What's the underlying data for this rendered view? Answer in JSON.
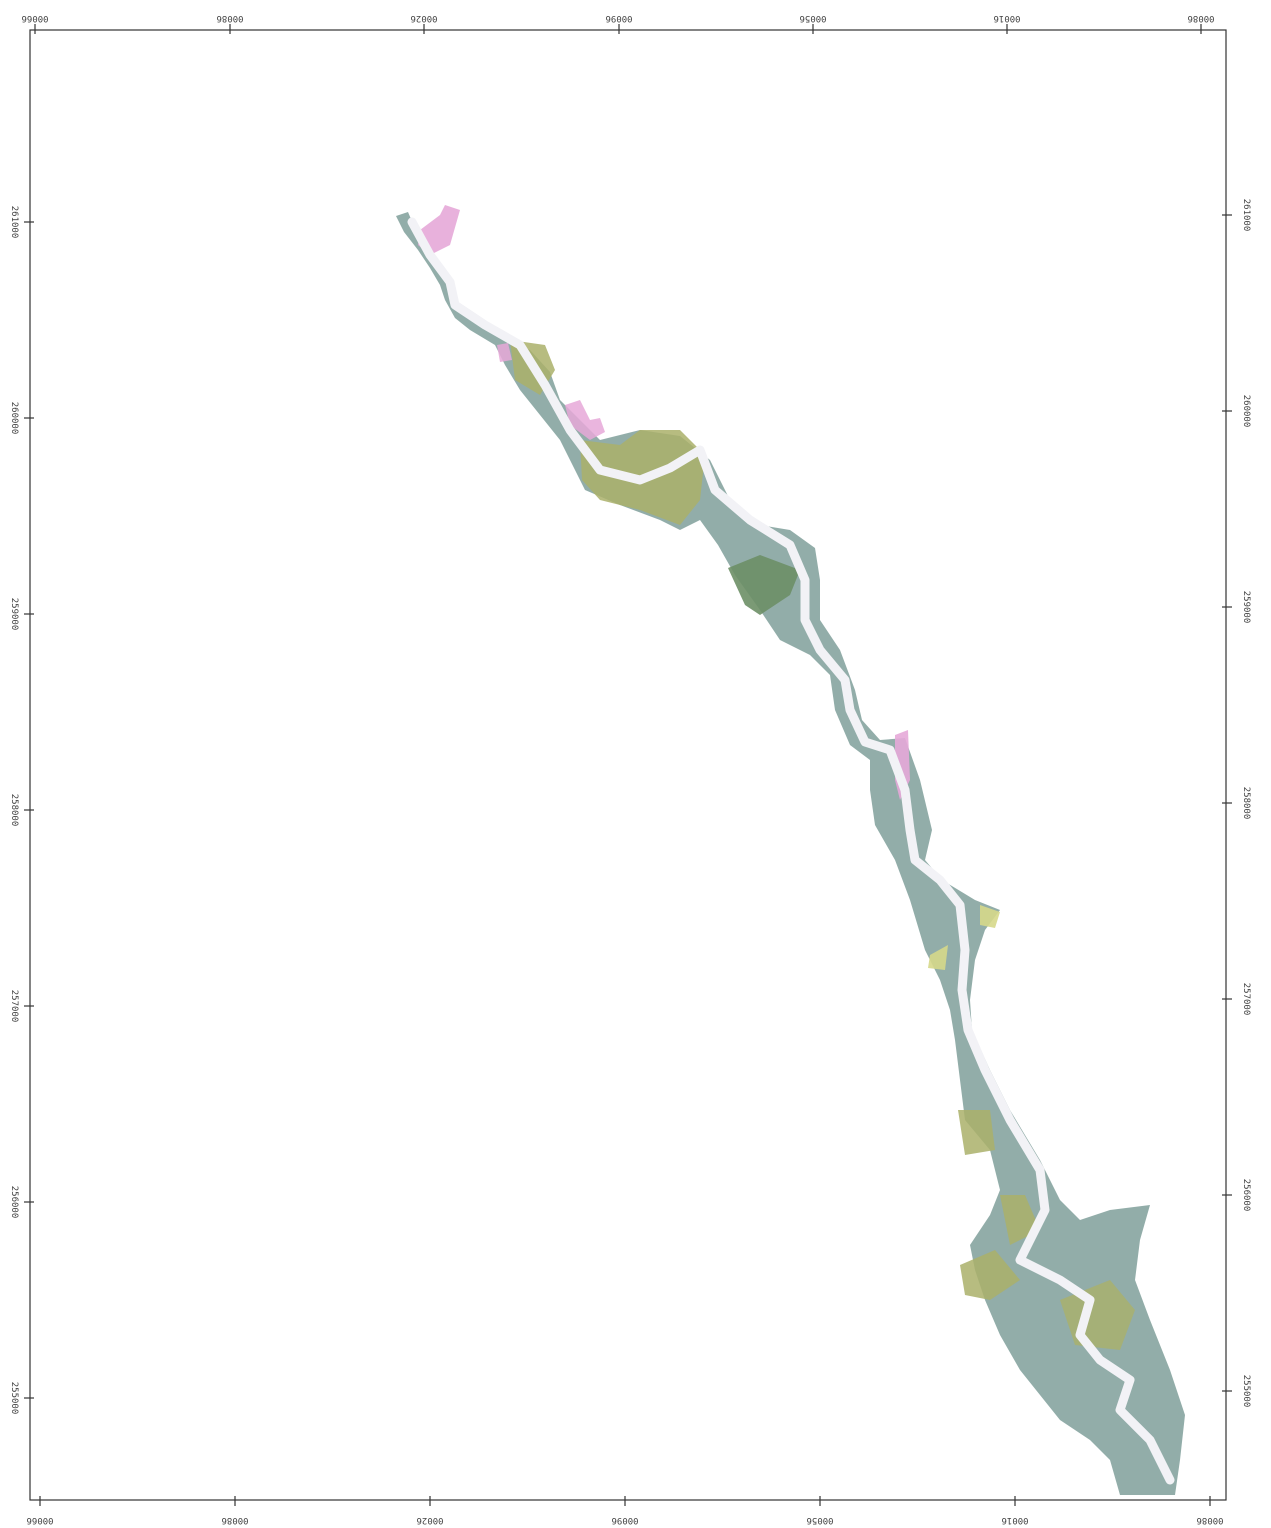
{
  "map": {
    "grid_labels": {
      "top": [
        "00066",
        "00086",
        "00026",
        "00096",
        "00056",
        "00016",
        "00086"
      ],
      "bottom": [
        "00066",
        "00086",
        "00026",
        "00096",
        "00056",
        "00016",
        "00086"
      ],
      "left": [
        "261000",
        "260000",
        "259000",
        "258000",
        "257000",
        "256000",
        "255000"
      ],
      "right": [
        "261000",
        "260000",
        "259000",
        "258000",
        "257000",
        "256000",
        "255000"
      ]
    },
    "colors": {
      "frame": "#333333",
      "water": "#f2f2f6",
      "forest_teal": "#7f9f9a",
      "olive": "#aab06a",
      "dark_green": "#6d8f66",
      "pink": "#e6a8d8",
      "light_yellow": "#d6d88a"
    }
  }
}
